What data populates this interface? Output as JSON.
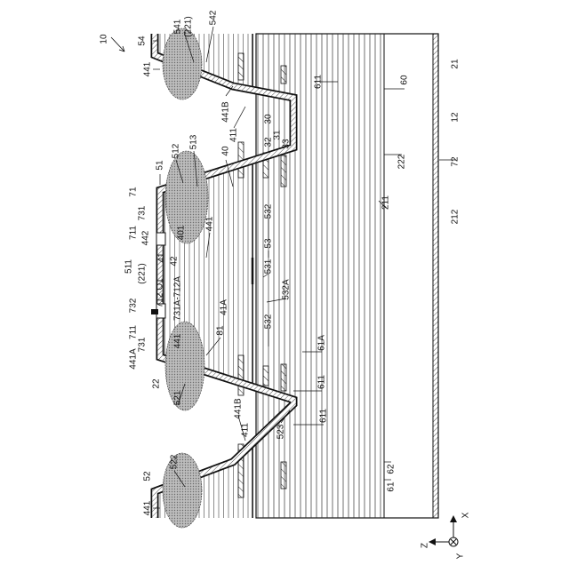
{
  "figure": {
    "reference_numeral": "10",
    "labels": [
      {
        "id": "l10",
        "text": "10"
      },
      {
        "id": "l54",
        "text": "54"
      },
      {
        "id": "l541",
        "text": "541"
      },
      {
        "id": "l221a",
        "text": "(221)"
      },
      {
        "id": "l542",
        "text": "542"
      },
      {
        "id": "l441a",
        "text": "441"
      },
      {
        "id": "l21",
        "text": "21"
      },
      {
        "id": "l60",
        "text": "60"
      },
      {
        "id": "l611a",
        "text": "611"
      },
      {
        "id": "l441B_top",
        "text": "441B"
      },
      {
        "id": "l411_top",
        "text": "411"
      },
      {
        "id": "l30",
        "text": "30"
      },
      {
        "id": "l31",
        "text": "31"
      },
      {
        "id": "l32",
        "text": "32"
      },
      {
        "id": "l33",
        "text": "33"
      },
      {
        "id": "l12",
        "text": "12"
      },
      {
        "id": "l72",
        "text": "72"
      },
      {
        "id": "l222",
        "text": "222"
      },
      {
        "id": "l211",
        "text": "211"
      },
      {
        "id": "l212",
        "text": "212"
      },
      {
        "id": "l51",
        "text": "51"
      },
      {
        "id": "l512",
        "text": "512"
      },
      {
        "id": "l513",
        "text": "513"
      },
      {
        "id": "l40",
        "text": "40"
      },
      {
        "id": "l71",
        "text": "71"
      },
      {
        "id": "l731a",
        "text": "731"
      },
      {
        "id": "l711a",
        "text": "711"
      },
      {
        "id": "l442",
        "text": "442"
      },
      {
        "id": "l401",
        "text": "401"
      },
      {
        "id": "l441b",
        "text": "441"
      },
      {
        "id": "l41",
        "text": "41"
      },
      {
        "id": "l42",
        "text": "42"
      },
      {
        "id": "l511",
        "text": "511"
      },
      {
        "id": "l221b",
        "text": "(221)"
      },
      {
        "id": "lO1",
        "text": "O1"
      },
      {
        "id": "l712",
        "text": "712"
      },
      {
        "id": "l732",
        "text": "732"
      },
      {
        "id": "l731A712A",
        "text": "731A-712A"
      },
      {
        "id": "l41A",
        "text": "41A"
      },
      {
        "id": "l532a",
        "text": "532"
      },
      {
        "id": "l53",
        "text": "53"
      },
      {
        "id": "l531",
        "text": "531"
      },
      {
        "id": "l532A",
        "text": "532A"
      },
      {
        "id": "l532b",
        "text": "532"
      },
      {
        "id": "l711b",
        "text": "711"
      },
      {
        "id": "l731b",
        "text": "731"
      },
      {
        "id": "l441A",
        "text": "441A"
      },
      {
        "id": "l441c",
        "text": "441"
      },
      {
        "id": "l81",
        "text": "81"
      },
      {
        "id": "l61A",
        "text": "61A"
      },
      {
        "id": "l611b",
        "text": "611"
      },
      {
        "id": "l22",
        "text": "22"
      },
      {
        "id": "l521",
        "text": "521"
      },
      {
        "id": "l441B_bot",
        "text": "441B"
      },
      {
        "id": "l411_bot",
        "text": "411"
      },
      {
        "id": "l523",
        "text": "523"
      },
      {
        "id": "l611c",
        "text": "611"
      },
      {
        "id": "l522",
        "text": "522"
      },
      {
        "id": "l52",
        "text": "52"
      },
      {
        "id": "l441d",
        "text": "441"
      },
      {
        "id": "l61",
        "text": "61"
      },
      {
        "id": "l62",
        "text": "62"
      },
      {
        "id": "lX",
        "text": "X"
      },
      {
        "id": "lZ",
        "text": "Z"
      },
      {
        "id": "lY",
        "text": "Y"
      }
    ]
  }
}
